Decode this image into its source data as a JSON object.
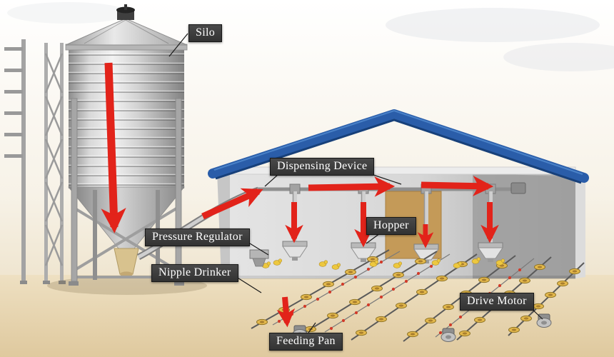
{
  "diagram": {
    "labels": {
      "silo": "Silo",
      "dispensing_device": "Dispensing Device",
      "pressure_regulator": "Pressure Regulator",
      "hopper": "Hopper",
      "nipple_drinker": "Nipple Drinker",
      "drive_motor": "Drive Motor",
      "feeding_pan": "Feeding Pan"
    },
    "colors": {
      "flow_arrow": "#e2231a",
      "roof": "#2a5da9",
      "label_background": "#3f3f3f",
      "label_text": "#ffffff",
      "ground_sand": "#e5d2a8",
      "silo_metal": "#c9c9c9",
      "feeding_pan_yellow": "#e3b84c"
    }
  }
}
